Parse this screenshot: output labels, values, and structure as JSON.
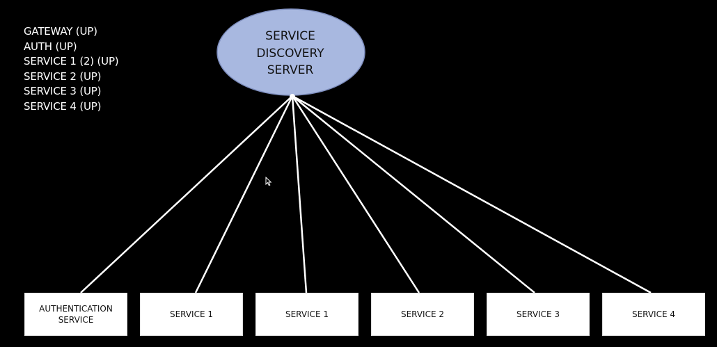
{
  "status_list": [
    "GATEWAY (UP)",
    "AUTH (UP)",
    "SERVICE 1 (2) (UP)",
    "SERVICE 2 (UP)",
    "SERVICE 3 (UP)",
    "SERVICE 4 (UP)"
  ],
  "discovery_server": {
    "lines": [
      "SERVICE",
      "DISCOVERY",
      "SERVER"
    ],
    "fill_color": "#a8b8e0",
    "stroke_color": "#7f8fbf"
  },
  "services": [
    {
      "label": "AUTHENTICATION\nSERVICE"
    },
    {
      "label": "SERVICE 1"
    },
    {
      "label": "SERVICE 1"
    },
    {
      "label": "SERVICE 2"
    },
    {
      "label": "SERVICE 3"
    },
    {
      "label": "SERVICE 4"
    }
  ],
  "colors": {
    "background": "#000000",
    "text": "#ffffff",
    "connector": "#ffffff",
    "box": "#ffffff"
  }
}
